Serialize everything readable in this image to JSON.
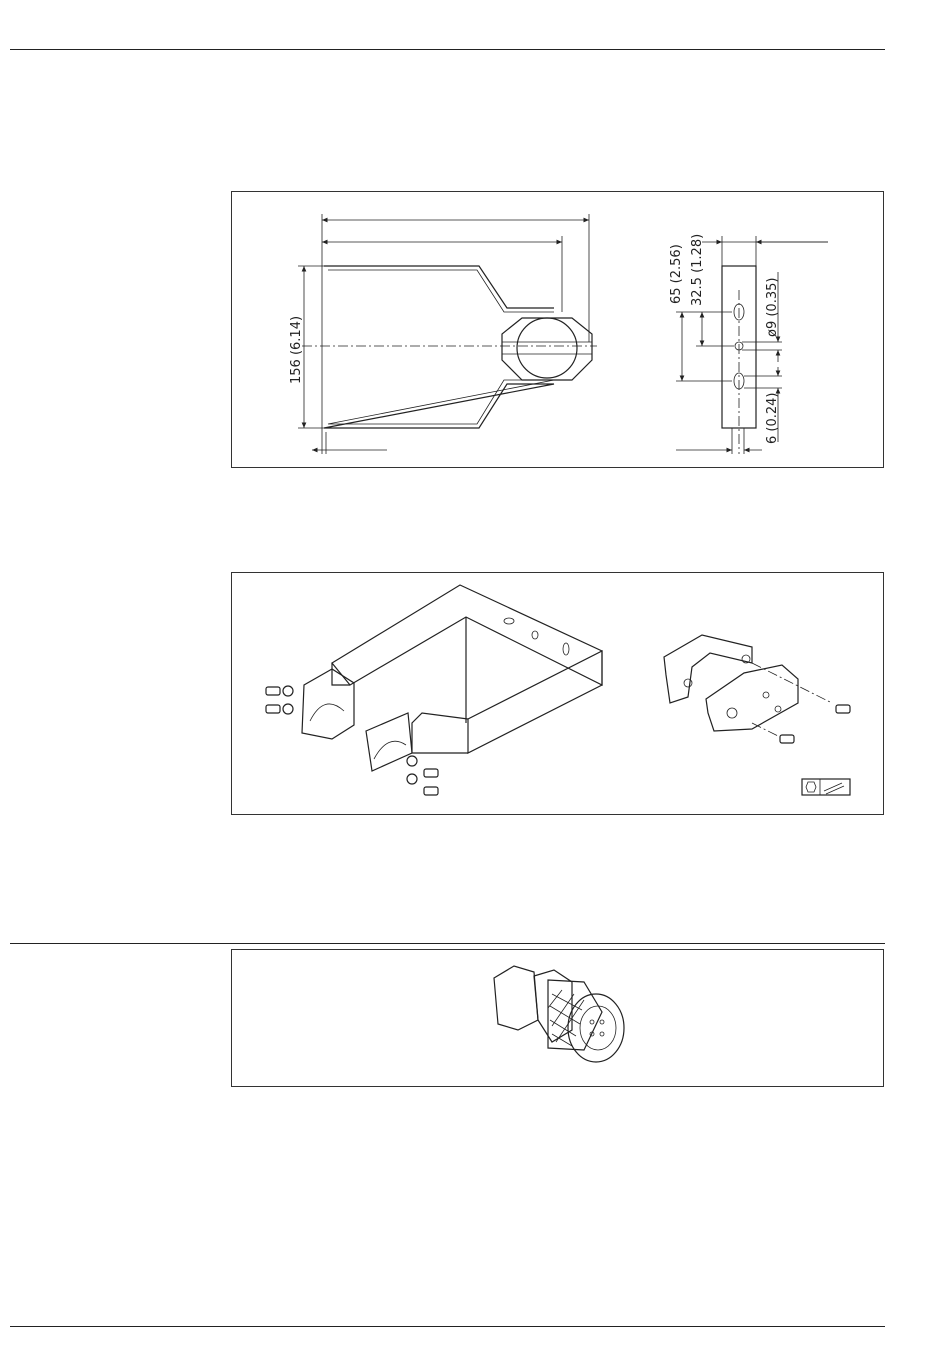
{
  "drawing_top": {
    "dim_height": "156 (6.14)",
    "dim_slot_spacing": "65 (2.56)",
    "dim_hole_offset": "32.5 (1.28)",
    "dim_hole_diameter": "ø9 (0.35)",
    "dim_edge": "6 (0.24)"
  },
  "drawing_middle": {
    "icons": [
      "hex-key-icon",
      "screwdriver-icon"
    ]
  },
  "drawing_bottom": {
    "icons": [
      "m12-connector-icon"
    ]
  }
}
